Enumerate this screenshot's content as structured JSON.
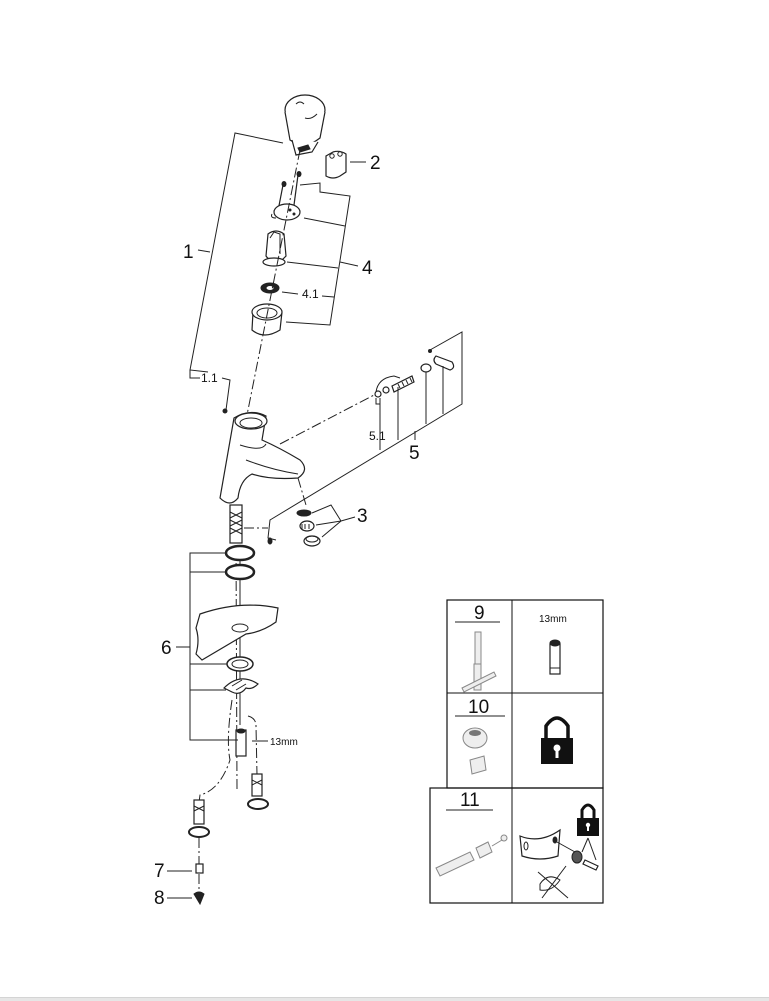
{
  "diagram": {
    "title": "Exploded parts view - basin tap",
    "callouts": [
      {
        "id": "1",
        "label": "1"
      },
      {
        "id": "1.1",
        "label": "1.1"
      },
      {
        "id": "2",
        "label": "2"
      },
      {
        "id": "3",
        "label": "3"
      },
      {
        "id": "4",
        "label": "4"
      },
      {
        "id": "4.1",
        "label": "4.1"
      },
      {
        "id": "5",
        "label": "5"
      },
      {
        "id": "5.1",
        "label": "5.1"
      },
      {
        "id": "6",
        "label": "6"
      },
      {
        "id": "7",
        "label": "7"
      },
      {
        "id": "8",
        "label": "8"
      }
    ],
    "dimension_label": "13mm"
  },
  "accessories_table": {
    "rows": [
      {
        "number": "9",
        "item": "key-tool",
        "right_caption": "13mm",
        "right_item": "hex-socket-tool"
      },
      {
        "number": "10",
        "item": "cap-and-clip",
        "right_item": "padlock-icon"
      },
      {
        "number": "11",
        "item": "adapter-set",
        "right_item": "vandal-proof-fixing-set"
      }
    ]
  }
}
